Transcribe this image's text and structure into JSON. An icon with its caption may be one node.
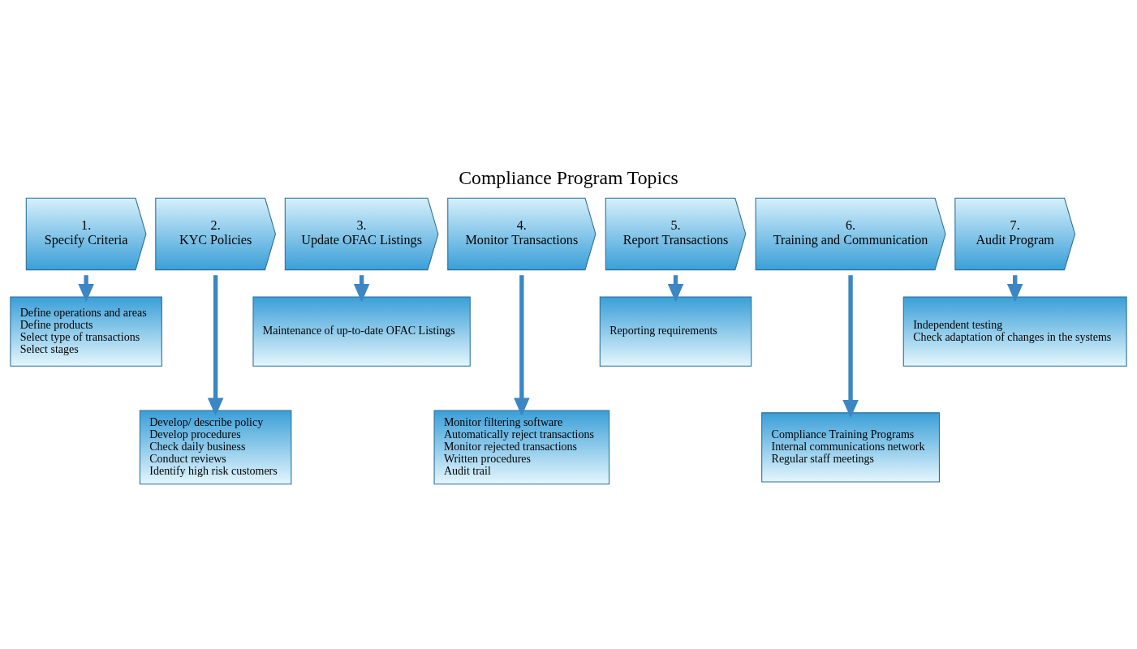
{
  "diagram": {
    "title": "Compliance Program Topics",
    "nodes": [
      {
        "text": [
          "1.",
          "Specify Criteria"
        ]
      },
      {
        "text": [
          "2.",
          "KYC Policies"
        ]
      },
      {
        "text": [
          "3.",
          "Update OFAC Listings"
        ]
      },
      {
        "text": [
          "4.",
          "Monitor Transactions"
        ]
      },
      {
        "text": [
          "5.",
          "Report Transactions"
        ]
      },
      {
        "text": [
          "6.",
          "Training and Communication"
        ]
      },
      {
        "text": [
          "7.",
          "Audit Program"
        ]
      },
      {
        "text": [
          "Define operations and areas",
          "Define products",
          "Select type of transactions",
          "Select stages"
        ]
      },
      {
        "text": [
          "Develop/ describe policy",
          "Develop procedures",
          "Check daily business",
          "Conduct reviews",
          "Identify high risk customers"
        ]
      },
      {
        "text": [
          "Maintenance of up-to-date OFAC Listings"
        ]
      },
      {
        "text": [
          "Monitor filtering software",
          "Automatically reject transactions",
          "Monitor rejected transactions",
          "Written procedures",
          "Audit trail"
        ]
      },
      {
        "text": [
          "Reporting requirements"
        ]
      },
      {
        "text": [
          "Compliance Training Programs",
          "Internal communications network",
          "Regular staff meetings"
        ]
      },
      {
        "text": [
          "Independent testing",
          "Check adaptation of changes in the systems"
        ]
      }
    ],
    "edges": [
      {
        "from": 0,
        "to": 7,
        "arrow": "to"
      },
      {
        "from": 1,
        "to": 8,
        "arrow": "to"
      },
      {
        "from": 2,
        "to": 9,
        "arrow": "to"
      },
      {
        "from": 3,
        "to": 10,
        "arrow": "to"
      },
      {
        "from": 4,
        "to": 11,
        "arrow": "to"
      },
      {
        "from": 5,
        "to": 12,
        "arrow": "to"
      },
      {
        "from": 6,
        "to": 13,
        "arrow": "to"
      }
    ]
  }
}
